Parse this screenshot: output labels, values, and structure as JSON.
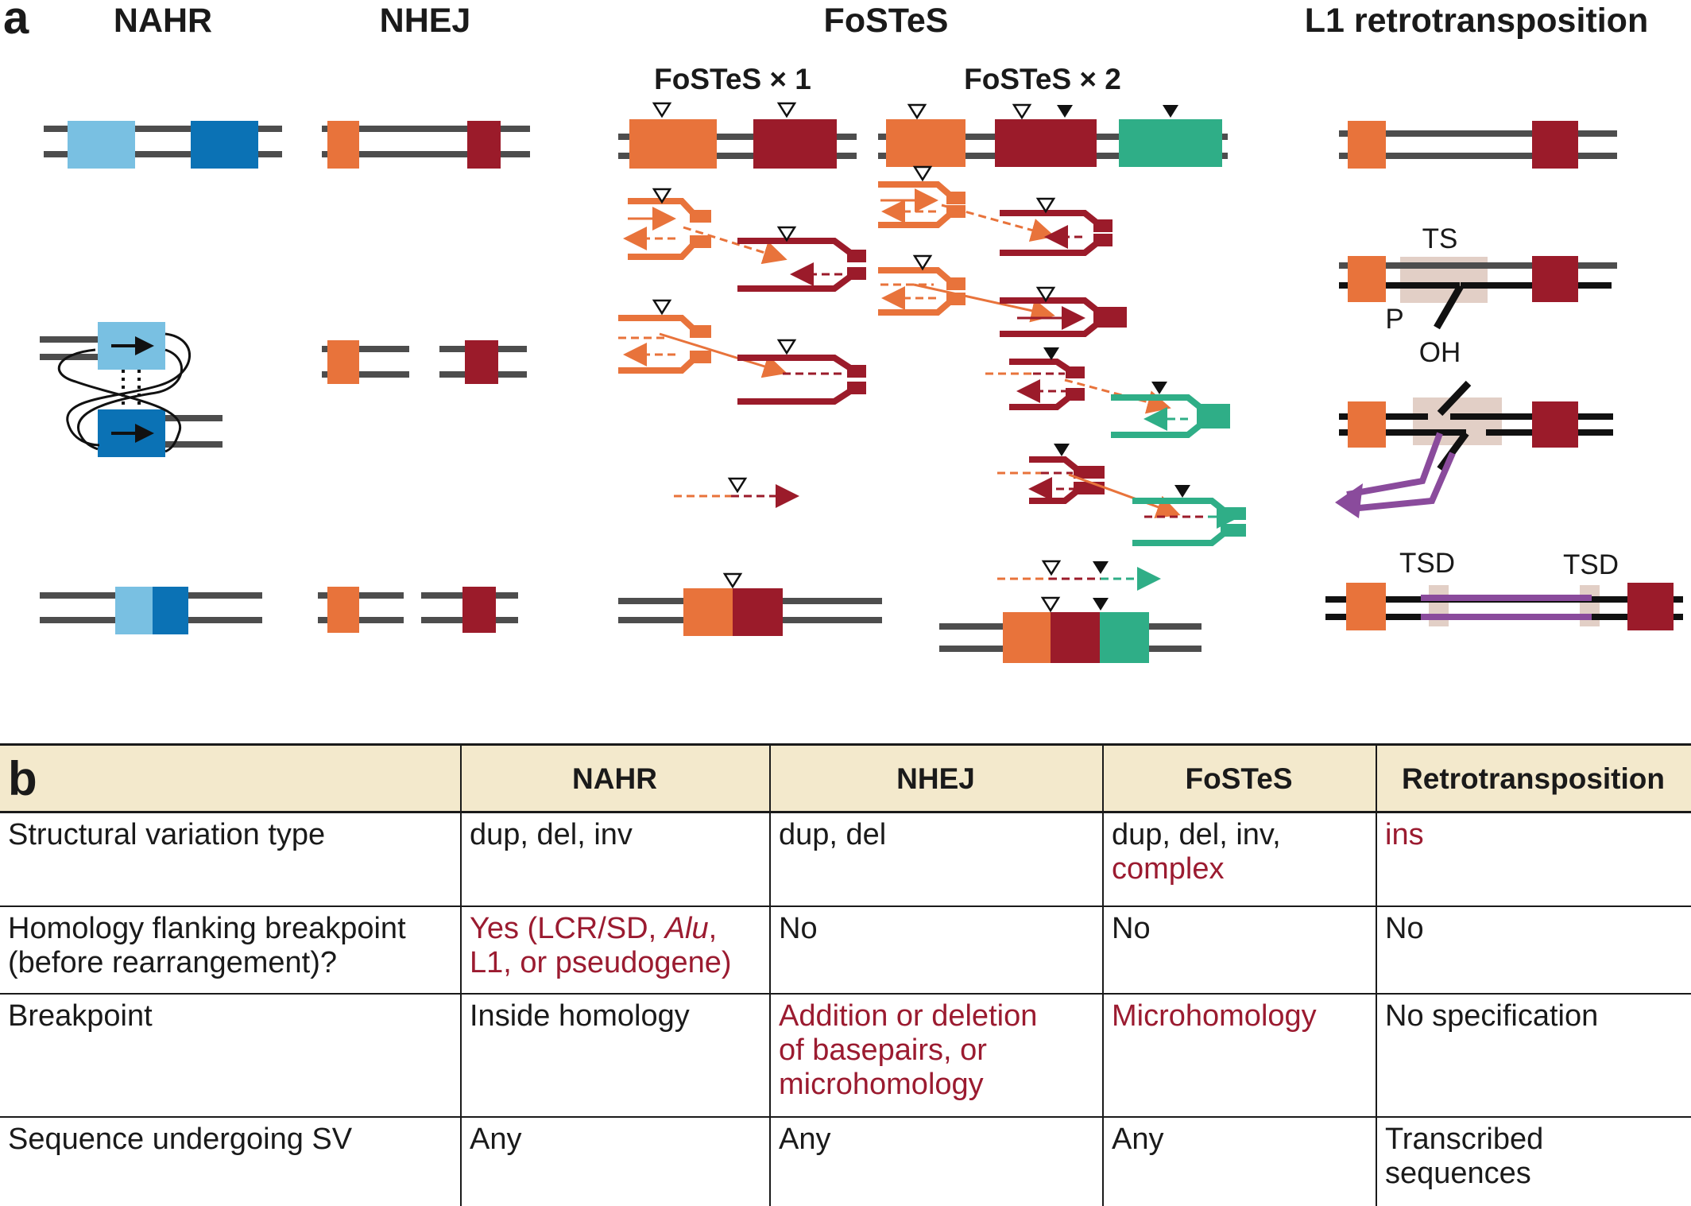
{
  "panel_a": {
    "letter": "a",
    "columns": {
      "nahr": "NAHR",
      "nhej": "NHEJ",
      "fostes": "FoSTeS",
      "l1": "L1 retrotransposition"
    },
    "fostes_sub": {
      "x1": "FoSTeS × 1",
      "x2": "FoSTeS × 2"
    },
    "l1_labels": {
      "ts": "TS",
      "p": "P",
      "oh": "OH",
      "tsd_left": "TSD",
      "tsd_right": "TSD"
    },
    "colors": {
      "light_blue": "#79c0e2",
      "dark_blue": "#0b72b5",
      "orange": "#e8733b",
      "dark_red": "#9b1b2a",
      "green": "#2fae87",
      "purple": "#8a4b9c",
      "dna": "#4d4d4d",
      "ts_shade": "#e2cfc6"
    }
  },
  "panel_b": {
    "letter": "b",
    "headers": [
      "NAHR",
      "NHEJ",
      "FoSTeS",
      "Retrotransposition"
    ],
    "rows": [
      {
        "label": "Structural variation type",
        "nahr": "dup, del, inv",
        "nhej": "dup, del",
        "fostes_a": "dup, del, inv,",
        "fostes_b": "complex",
        "retro": "ins"
      },
      {
        "label_a": "Homology flanking breakpoint",
        "label_b": "(before rearrangement)?",
        "nahr_a": "Yes (LCR/SD, ",
        "nahr_alu": "Alu",
        "nahr_b": ",",
        "nahr_c": "L1, or pseudogene)",
        "nhej": "No",
        "fostes": "No",
        "retro": "No"
      },
      {
        "label": "Breakpoint",
        "nahr": "Inside homology",
        "nhej_a": "Addition or deletion",
        "nhej_b": "of basepairs, or",
        "nhej_c": "microhomology",
        "fostes": "Microhomology",
        "retro": "No specification"
      },
      {
        "label": "Sequence undergoing SV",
        "nahr": "Any",
        "nhej": "Any",
        "fostes": "Any",
        "retro_a": "Transcribed",
        "retro_b": "sequences"
      }
    ]
  }
}
